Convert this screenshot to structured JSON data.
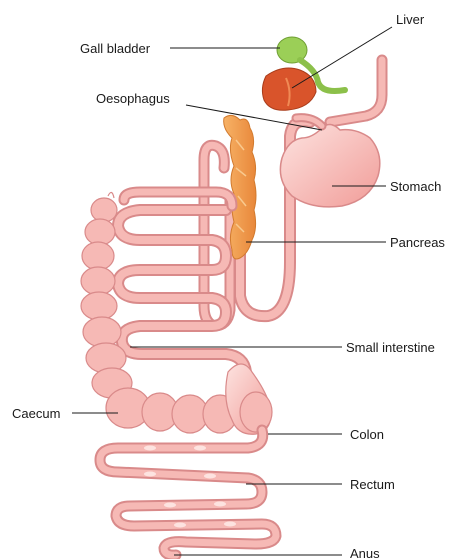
{
  "labels": {
    "liver": "Liver",
    "gall_bladder": "Gall bladder",
    "oesophagus": "Oesophagus",
    "stomach": "Stomach",
    "pancreas": "Pancreas",
    "small_intestine": "Small interstine",
    "caecum": "Caecum",
    "colon": "Colon",
    "rectum": "Rectum",
    "anus": "Anus"
  },
  "colors": {
    "gut_outline": "#d98a8a",
    "gut_fill": "#f6b9b5",
    "gut_highlight": "#fde3e0",
    "liver": "#d9542b",
    "gall_bladder": "#9bcf57",
    "pancreas": "#f4a050",
    "label_text": "#1a1a1a"
  }
}
